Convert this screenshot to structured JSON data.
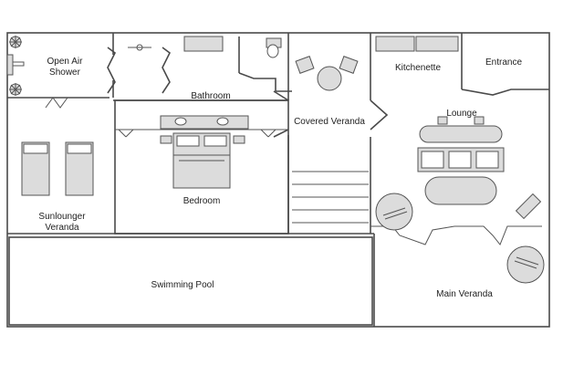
{
  "plan": {
    "rooms": {
      "open_air_shower": "Open Air\nShower",
      "bathroom": "Bathroom",
      "covered_veranda": "Covered Veranda",
      "kitchenette": "Kitchenette",
      "entrance": "Entrance",
      "lounge": "Lounge",
      "bedroom": "Bedroom",
      "sunlounger_veranda": "Sunlounger\nVeranda",
      "swimming_pool": "Swimming Pool",
      "main_veranda": "Main Veranda"
    }
  }
}
